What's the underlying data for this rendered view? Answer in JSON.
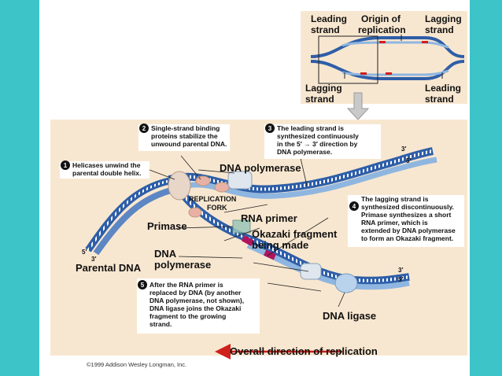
{
  "inset": {
    "leading_strand_left": [
      "Leading",
      "strand"
    ],
    "origin": [
      "Origin of",
      "replication"
    ],
    "lagging_strand_right": [
      "Lagging",
      "strand"
    ],
    "lagging_strand_bottom_left": [
      "Lagging",
      "strand"
    ],
    "leading_strand_bottom_right": [
      "Leading",
      "strand"
    ]
  },
  "steps": [
    {
      "num": "1",
      "lines": [
        "Helicases unwind the",
        "parental double helix."
      ]
    },
    {
      "num": "2",
      "lines": [
        "Single-strand binding",
        "proteins stabilize the",
        "unwound parental DNA."
      ]
    },
    {
      "num": "3",
      "lines": [
        "The leading strand is",
        "synthesized continuously",
        "in the 5′ → 3′ direction by",
        "DNA polymerase."
      ]
    },
    {
      "num": "4",
      "lines": [
        "The lagging strand is",
        "synthesized discontinuously.",
        "Primase synthesizes a short",
        "RNA primer, which is",
        "extended by DNA polymerase",
        "to form an Okazaki fragment."
      ]
    },
    {
      "num": "5",
      "lines": [
        "After the RNA primer is",
        "replaced by DNA (by another",
        "DNA polymerase, not shown),",
        "DNA ligase joins the Okazaki",
        "fragment to the growing",
        "strand."
      ]
    }
  ],
  "labels": {
    "dna_polymerase_top": "DNA polymerase",
    "replication_fork": [
      "REPLICATION",
      "FORK"
    ],
    "rna_primer": "RNA primer",
    "primase": "Primase",
    "okazaki": [
      "Okazaki fragment",
      "being made"
    ],
    "dna_polymerase_bottom": [
      "DNA",
      "polymerase"
    ],
    "parental_dna": "Parental DNA",
    "dna_ligase": "DNA ligase",
    "overall_direction": "Overall direction of replication",
    "end_3_top": "3′",
    "end_5_top": "5′",
    "end_5_left": "5′",
    "end_3_left": "3′",
    "end_3_bottom": "3′",
    "end_5_bottom": "5′"
  },
  "copyright": "©1999 Addison Wesley Longman, Inc.",
  "colors": {
    "background": "#3cc4c8",
    "panel": "#f8e7d0",
    "dna_blue": "#2e5ea8",
    "dna_light": "#8fb6e0",
    "rna_primer": "#b0155e",
    "arrow_red": "#d0201c"
  }
}
